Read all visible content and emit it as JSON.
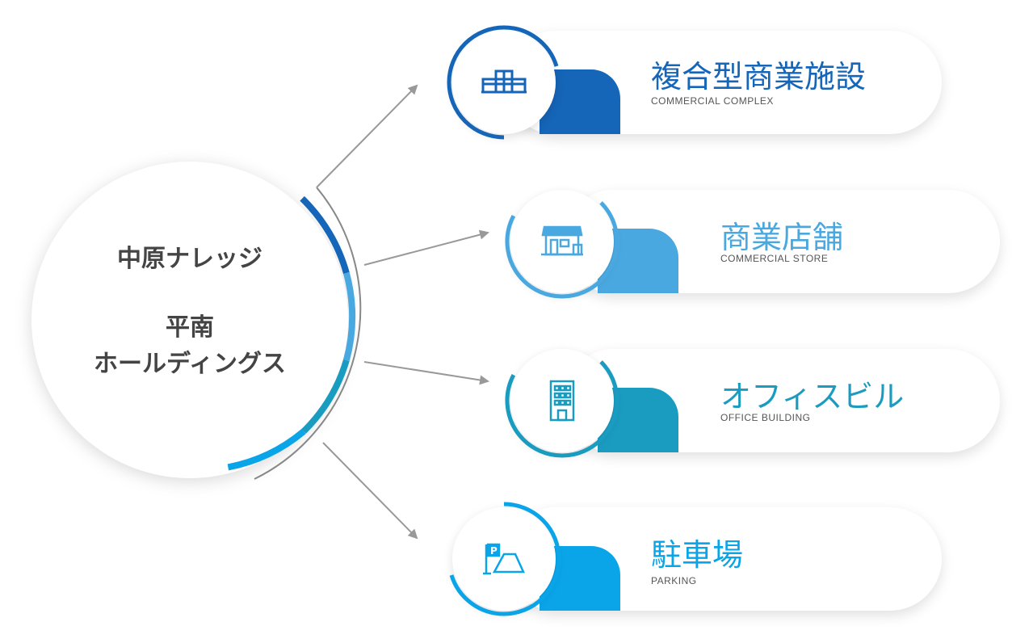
{
  "center": {
    "line1": "中原ナレッジ",
    "line2": "平南",
    "line3": "ホールディングス"
  },
  "items": [
    {
      "title": "複合型商業施設",
      "subtitle": "COMMERCIAL COMPLEX",
      "color": "#1565b8",
      "icon": "mall-icon"
    },
    {
      "title": "商業店舗",
      "subtitle": "COMMERCIAL STORE",
      "color": "#4aa8e0",
      "icon": "store-icon"
    },
    {
      "title": "オフィスビル",
      "subtitle": "OFFICE BUILDING",
      "color": "#1a9bc0",
      "icon": "office-building-icon"
    },
    {
      "title": "駐車場",
      "subtitle": "PARKING",
      "color": "#0aa4e8",
      "icon": "parking-icon"
    }
  ]
}
